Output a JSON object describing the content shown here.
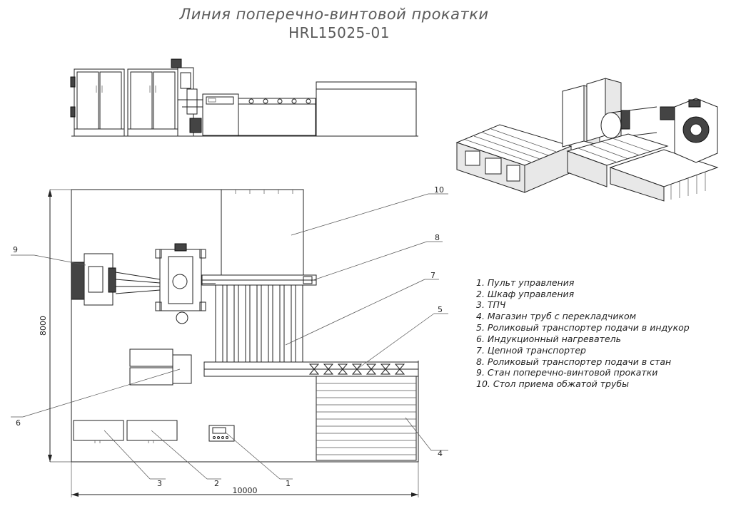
{
  "title": {
    "line1": "Линия поперечно-винтовой прокатки",
    "line2": "HRL15025-01"
  },
  "dimensions": {
    "height": "8000",
    "width": "10000"
  },
  "callouts": [
    "1",
    "2",
    "3",
    "4",
    "5",
    "6",
    "7",
    "8",
    "9",
    "10"
  ],
  "legend": [
    "1. Пульт управления",
    "2. Шкаф управления",
    "3. ТПЧ",
    "4. Магазин труб с перекладчиком",
    "5. Роликовый транспортер подачи в индукор",
    "6. Индукционный нагреватель",
    "7. Цепной транспортер",
    "8. Роликовый транспортер подачи в стан",
    "9. Стан поперечно-винтовой прокатки",
    "10. Стол приема обжатой трубы"
  ]
}
